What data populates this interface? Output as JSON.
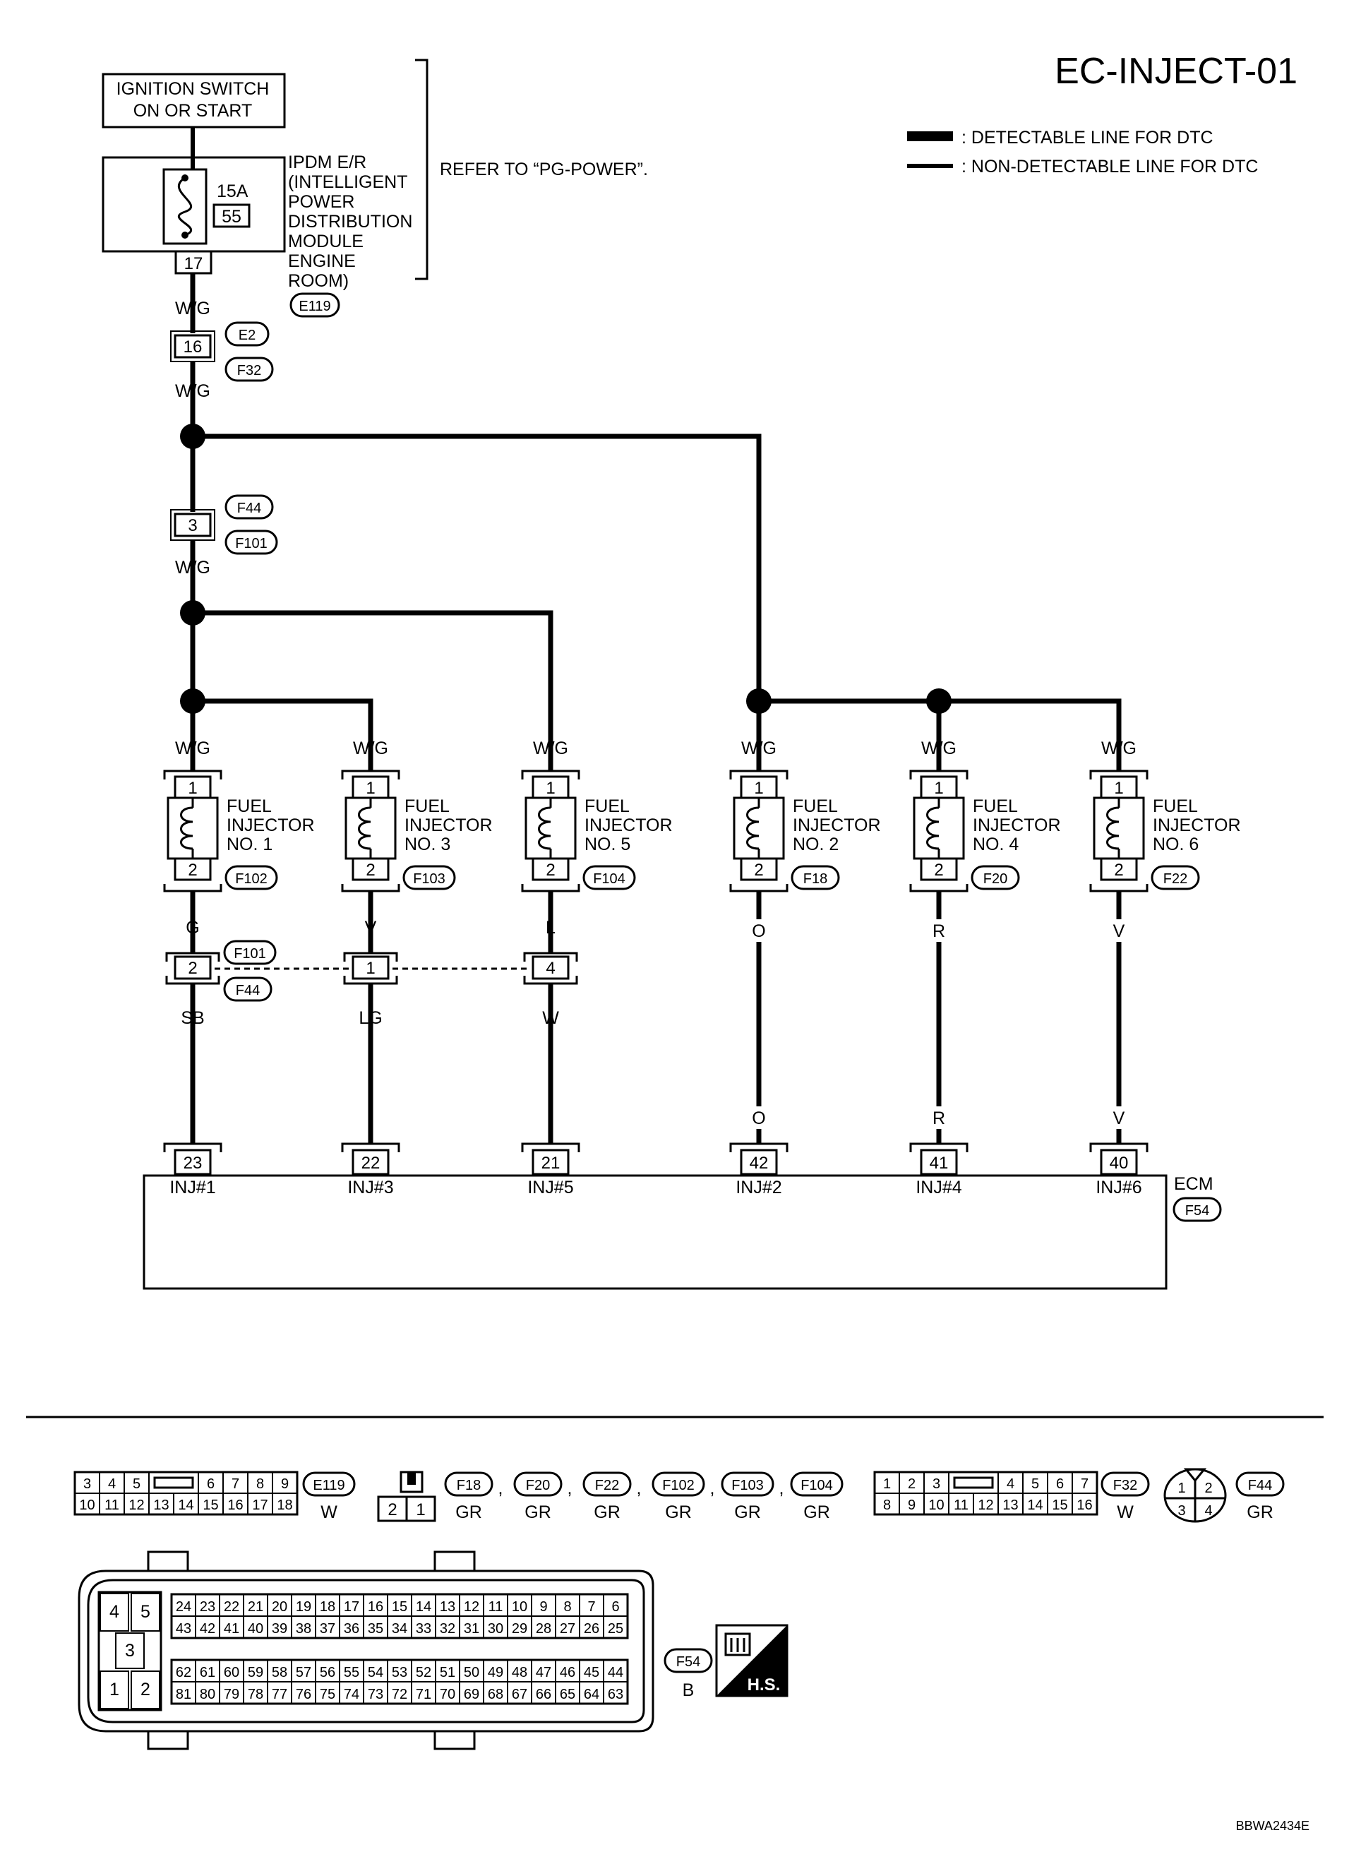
{
  "title": "EC-INJECT-01",
  "legend": [
    {
      "label": ": DETECTABLE LINE FOR DTC"
    },
    {
      "label": ": NON-DETECTABLE LINE FOR DTC"
    }
  ],
  "ignition_switch": {
    "line1": "IGNITION SWITCH",
    "line2": "ON OR START"
  },
  "ipdm": {
    "lines": [
      "IPDM E/R",
      "(INTELLIGENT",
      "POWER",
      "DISTRIBUTION",
      "MODULE",
      "ENGINE",
      "ROOM)"
    ],
    "fuse_amps": "15A",
    "fuse_no": "55",
    "pin": "17",
    "connector": "E119"
  },
  "refer_note": "REFER TO “PG-POWER”.",
  "wire_colors": {
    "wg": "W/G",
    "g": "G",
    "v": "V",
    "l": "L",
    "o": "O",
    "r": "R",
    "sb": "SB",
    "lg": "LG",
    "w": "W"
  },
  "joint_e2": {
    "pin": "16",
    "conn_top": "E2",
    "conn_bottom": "F32"
  },
  "joint_f44": {
    "pin": "3",
    "conn_top": "F44",
    "conn_bottom": "F101"
  },
  "injectors": [
    {
      "name_l1": "FUEL",
      "name_l2": "INJECTOR",
      "name_l3": "NO. 1",
      "pin_top": "1",
      "pin_bottom": "2",
      "connector": "F102"
    },
    {
      "name_l1": "FUEL",
      "name_l2": "INJECTOR",
      "name_l3": "NO. 3",
      "pin_top": "1",
      "pin_bottom": "2",
      "connector": "F103"
    },
    {
      "name_l1": "FUEL",
      "name_l2": "INJECTOR",
      "name_l3": "NO. 5",
      "pin_top": "1",
      "pin_bottom": "2",
      "connector": "F104"
    },
    {
      "name_l1": "FUEL",
      "name_l2": "INJECTOR",
      "name_l3": "NO. 2",
      "pin_top": "1",
      "pin_bottom": "2",
      "connector": "F18"
    },
    {
      "name_l1": "FUEL",
      "name_l2": "INJECTOR",
      "name_l3": "NO. 4",
      "pin_top": "1",
      "pin_bottom": "2",
      "connector": "F20"
    },
    {
      "name_l1": "FUEL",
      "name_l2": "INJECTOR",
      "name_l3": "NO. 6",
      "pin_top": "1",
      "pin_bottom": "2",
      "connector": "F22"
    }
  ],
  "mid_joint": {
    "pins": [
      "2",
      "1",
      "4"
    ],
    "conn_top": "F101",
    "conn_bottom": "F44"
  },
  "ecm": {
    "label": "ECM",
    "connector": "F54",
    "terminals": [
      {
        "pin": "23",
        "label": "INJ#1"
      },
      {
        "pin": "22",
        "label": "INJ#3"
      },
      {
        "pin": "21",
        "label": "INJ#5"
      },
      {
        "pin": "42",
        "label": "INJ#2"
      },
      {
        "pin": "41",
        "label": "INJ#4"
      },
      {
        "pin": "40",
        "label": "INJ#6"
      }
    ]
  },
  "connectors_ref": {
    "e119": {
      "name": "E119",
      "color": "W",
      "row1": [
        "3",
        "4",
        "5",
        "",
        "6",
        "7",
        "8",
        "9"
      ],
      "row2": [
        "10",
        "11",
        "12",
        "13",
        "14",
        "15",
        "16",
        "17",
        "18"
      ]
    },
    "injector_conn": {
      "pins": [
        "2",
        "1"
      ]
    },
    "injector_tags": [
      {
        "name": "F18",
        "color": "GR"
      },
      {
        "name": "F20",
        "color": "GR"
      },
      {
        "name": "F22",
        "color": "GR"
      },
      {
        "name": "F102",
        "color": "GR"
      },
      {
        "name": "F103",
        "color": "GR"
      },
      {
        "name": "F104",
        "color": "GR"
      }
    ],
    "sep": ",",
    "f32": {
      "name": "F32",
      "color": "W",
      "row1": [
        "1",
        "2",
        "3",
        "",
        "4",
        "5",
        "6",
        "7"
      ],
      "row2": [
        "8",
        "9",
        "10",
        "11",
        "12",
        "13",
        "14",
        "15",
        "16"
      ]
    },
    "f44": {
      "name": "F44",
      "color": "GR",
      "pins": [
        "1",
        "2",
        "3",
        "4"
      ]
    },
    "f54": {
      "name": "F54",
      "color": "B",
      "side_pins": [
        "4",
        "5",
        "3",
        "1",
        "2"
      ],
      "row1": [
        "24",
        "23",
        "22",
        "21",
        "20",
        "19",
        "18",
        "17",
        "16",
        "15",
        "14",
        "13",
        "12",
        "11",
        "10",
        "9",
        "8",
        "7",
        "6"
      ],
      "row2": [
        "43",
        "42",
        "41",
        "40",
        "39",
        "38",
        "37",
        "36",
        "35",
        "34",
        "33",
        "32",
        "31",
        "30",
        "29",
        "28",
        "27",
        "26",
        "25"
      ],
      "row3": [
        "62",
        "61",
        "60",
        "59",
        "58",
        "57",
        "56",
        "55",
        "54",
        "53",
        "52",
        "51",
        "50",
        "49",
        "48",
        "47",
        "46",
        "45",
        "44"
      ],
      "row4": [
        "81",
        "80",
        "79",
        "78",
        "77",
        "76",
        "75",
        "74",
        "73",
        "72",
        "71",
        "70",
        "69",
        "68",
        "67",
        "66",
        "65",
        "64",
        "63"
      ]
    }
  },
  "hs_badge": "H.S.",
  "figure_code": "BBWA2434E"
}
